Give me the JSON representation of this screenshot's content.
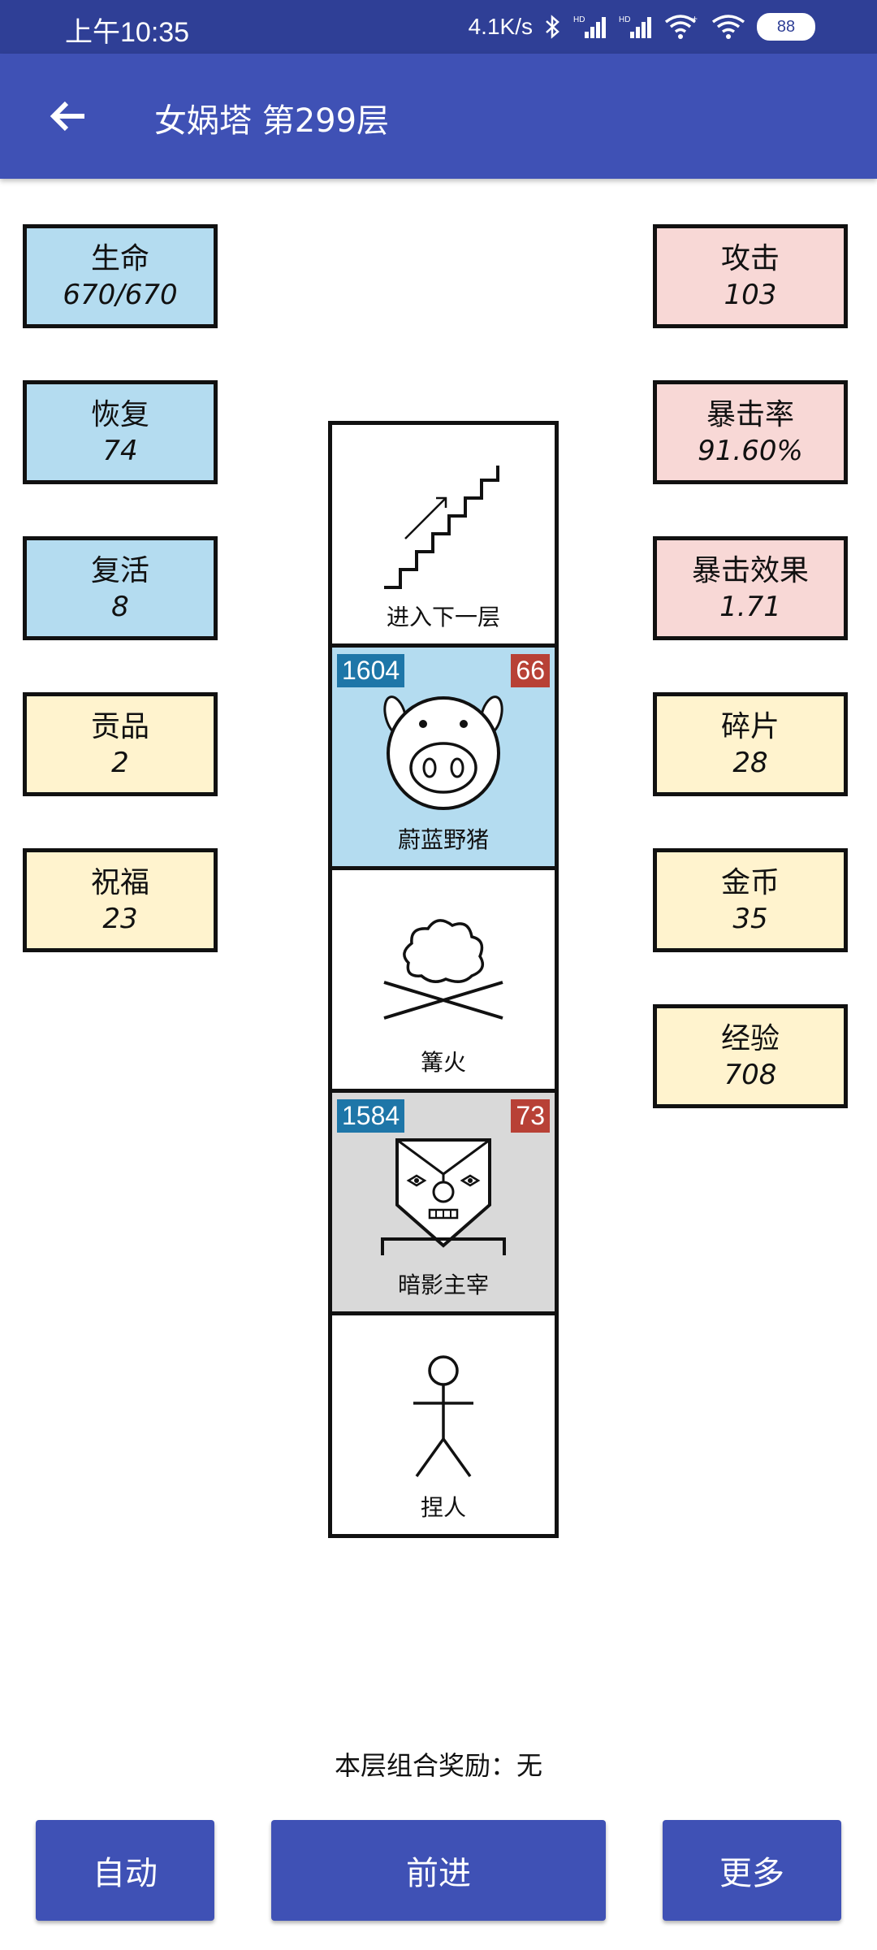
{
  "status_bar": {
    "time": "上午10:35",
    "speed": "4.1K/s",
    "battery": "88",
    "icons": [
      "bluetooth-icon",
      "signal-hd-icon",
      "signal-hd-icon",
      "wifi-plus-icon",
      "wifi-icon",
      "battery-icon"
    ]
  },
  "app_bar": {
    "title": "女娲塔 第299层",
    "back_icon": "arrow-left-icon"
  },
  "stats_left": [
    {
      "label": "生命",
      "value": "670/670",
      "color": "#B4DCF0"
    },
    {
      "label": "恢复",
      "value": "74",
      "color": "#B4DCF0"
    },
    {
      "label": "复活",
      "value": "8",
      "color": "#B4DCF0"
    },
    {
      "label": "贡品",
      "value": "2",
      "color": "#FFF3CE"
    },
    {
      "label": "祝福",
      "value": "23",
      "color": "#FFF3CE"
    }
  ],
  "stats_right": [
    {
      "label": "攻击",
      "value": "103",
      "color": "#F8D8D6"
    },
    {
      "label": "暴击率",
      "value": "91.60%",
      "color": "#F8D8D6"
    },
    {
      "label": "暴击效果",
      "value": "1.71",
      "color": "#F8D8D6"
    },
    {
      "label": "碎片",
      "value": "28",
      "color": "#FFF3CE"
    },
    {
      "label": "金币",
      "value": "35",
      "color": "#FFF3CE"
    },
    {
      "label": "经验",
      "value": "708",
      "color": "#FFF3CE"
    }
  ],
  "tower": {
    "cells": [
      {
        "label": "进入下一层",
        "icon": "stairs-icon",
        "bg": "#ffffff"
      },
      {
        "label": "蔚蓝野猪",
        "icon": "boar-icon",
        "bg": "#B4DCF0",
        "hp": "1604",
        "atk": "66"
      },
      {
        "label": "篝火",
        "icon": "campfire-icon",
        "bg": "#ffffff"
      },
      {
        "label": "暗影主宰",
        "icon": "shadow-lord-icon",
        "bg": "#D9D9D9",
        "hp": "1584",
        "atk": "73"
      },
      {
        "label": "捏人",
        "icon": "stick-figure-icon",
        "bg": "#ffffff"
      }
    ]
  },
  "reward_text": "本层组合奖励：无",
  "buttons": {
    "auto": "自动",
    "forward": "前进",
    "more": "更多"
  },
  "colors": {
    "status_bar": "#2F3F96",
    "app_bar": "#3F51B5",
    "button": "#3F51B5",
    "hp_badge": "#1E76A8",
    "atk_badge": "#B84136"
  }
}
